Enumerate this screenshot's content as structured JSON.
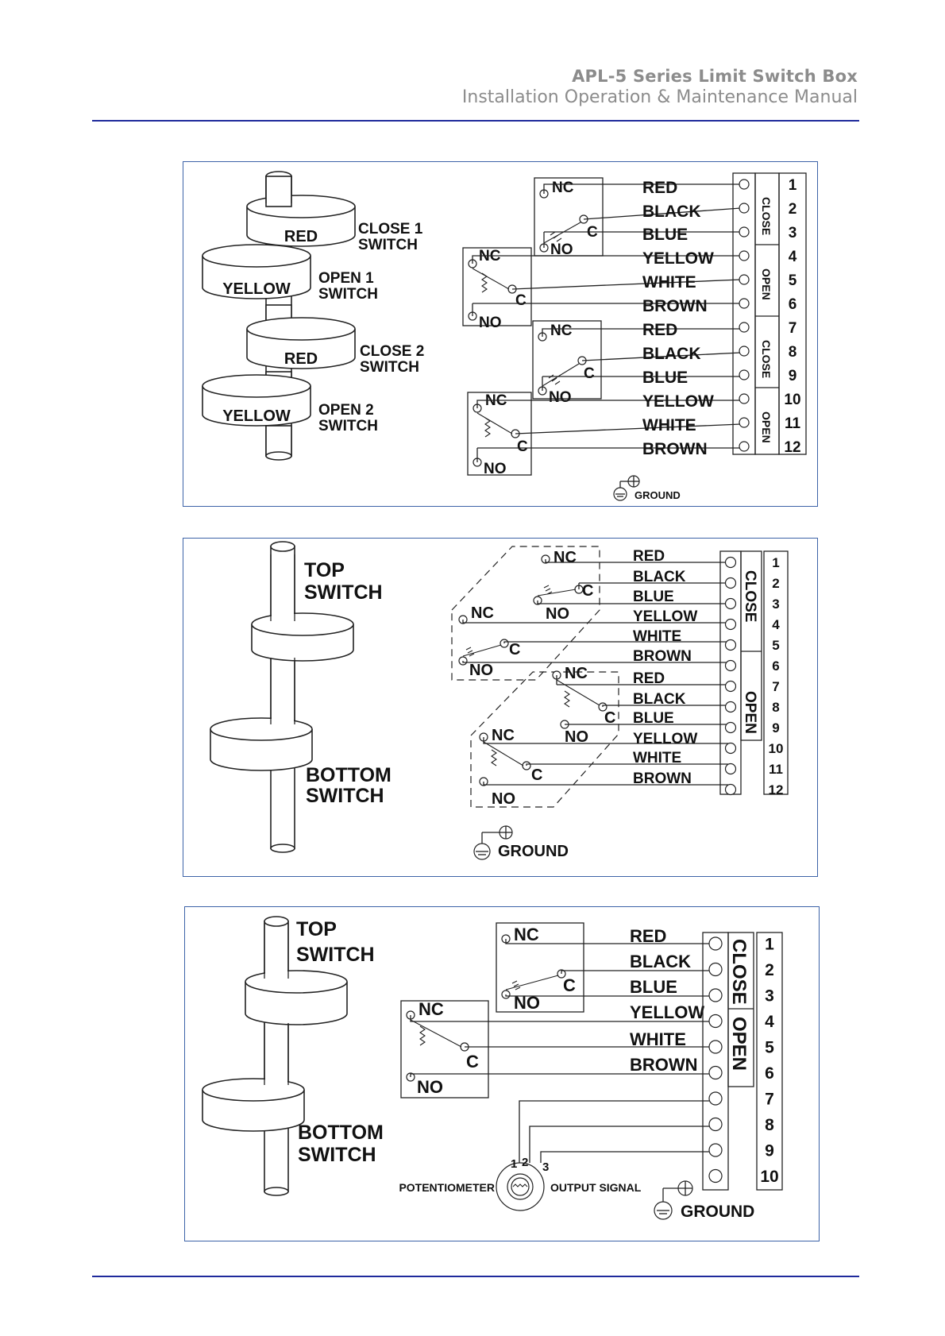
{
  "header": {
    "title": "APL-5 Series Limit Switch Box",
    "subtitle": "Installation Operation & Maintenance Manual"
  },
  "colors": {
    "rule": "#1f2a9c",
    "panel_border": "#3d63a8",
    "header_text": "#8c8c8c"
  },
  "contacts": {
    "nc": "NC",
    "no": "NO",
    "c": "C"
  },
  "ground_label": "GROUND",
  "diagram1": {
    "cams": [
      {
        "disc": "RED",
        "name1": "CLOSE 1",
        "name2": "SWITCH"
      },
      {
        "disc": "YELLOW",
        "name1": "OPEN 1",
        "name2": "SWITCH"
      },
      {
        "disc": "RED",
        "name1": "CLOSE 2",
        "name2": "SWITCH"
      },
      {
        "disc": "YELLOW",
        "name1": "OPEN 2",
        "name2": "SWITCH"
      }
    ],
    "wires": [
      "RED",
      "BLACK",
      "BLUE",
      "YELLOW",
      "WHITE",
      "BROWN",
      "RED",
      "BLACK",
      "BLUE",
      "YELLOW",
      "WHITE",
      "BROWN"
    ],
    "groups": [
      "CLOSE",
      "OPEN",
      "CLOSE",
      "OPEN"
    ],
    "terminals": [
      "1",
      "2",
      "3",
      "4",
      "5",
      "6",
      "7",
      "8",
      "9",
      "10",
      "11",
      "12"
    ]
  },
  "diagram2": {
    "top1": "TOP",
    "top2": "SWITCH",
    "bottom1": "BOTTOM",
    "bottom2": "SWITCH",
    "wires": [
      "RED",
      "BLACK",
      "BLUE",
      "YELLOW",
      "WHITE",
      "BROWN",
      "RED",
      "BLACK",
      "BLUE",
      "YELLOW",
      "WHITE",
      "BROWN"
    ],
    "groups": [
      "CLOSE",
      "OPEN"
    ],
    "terminals": [
      "1",
      "2",
      "3",
      "4",
      "5",
      "6",
      "7",
      "8",
      "9",
      "10",
      "11",
      "12"
    ]
  },
  "diagram3": {
    "top1": "TOP",
    "top2": "SWITCH",
    "bottom1": "BOTTOM",
    "bottom2": "SWITCH",
    "wires": [
      "RED",
      "BLACK",
      "BLUE",
      "YELLOW",
      "WHITE",
      "BROWN"
    ],
    "groups": [
      "CLOSE",
      "OPEN"
    ],
    "terminals": [
      "1",
      "2",
      "3",
      "4",
      "5",
      "6",
      "7",
      "8",
      "9",
      "10"
    ],
    "pot_label": "POTENTIOMETER",
    "output_label": "OUTPUT SIGNAL",
    "pot_pins": [
      "1",
      "2",
      "3"
    ]
  }
}
